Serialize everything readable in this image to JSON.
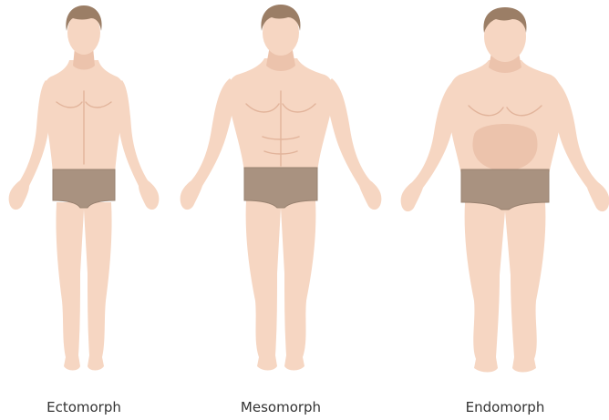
{
  "figures": [
    {
      "label": "Ectomorph"
    },
    {
      "label": "Mesomorph"
    },
    {
      "label": "Endomorph"
    }
  ],
  "colors": {
    "skin": "#f6d6c2",
    "skin_shade": "#ecc3ac",
    "skin_line": "#e2b49b",
    "hair": "#9b7e66",
    "briefs": "#a99280",
    "briefs_shade": "#98816f"
  }
}
